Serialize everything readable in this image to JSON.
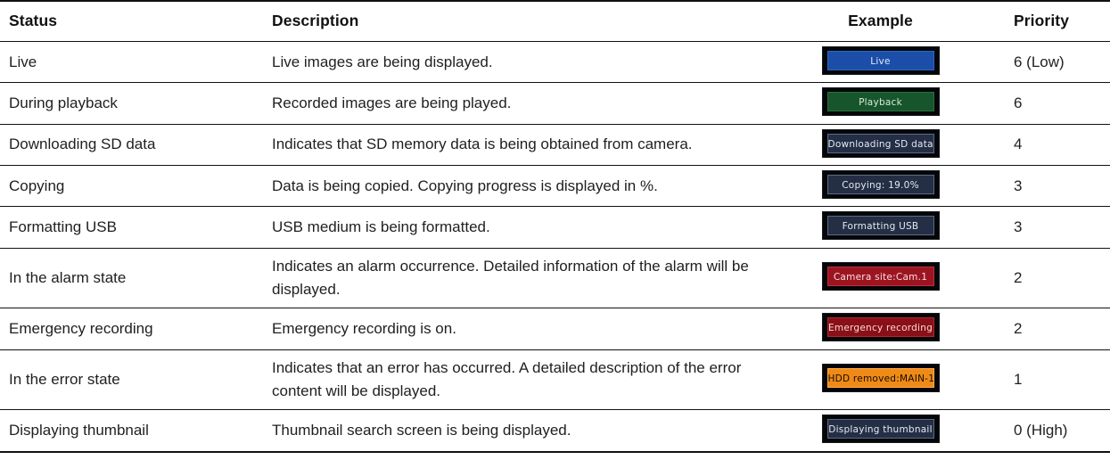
{
  "table": {
    "columns": [
      {
        "key": "status",
        "label": "Status"
      },
      {
        "key": "description",
        "label": "Description"
      },
      {
        "key": "example",
        "label": "Example"
      },
      {
        "key": "priority",
        "label": "Priority"
      }
    ],
    "rows": [
      {
        "status": "Live",
        "description": "Live images are being displayed.",
        "example_label": "Live",
        "example_color": "#1b4ea8",
        "example_text_color": "#dfe9fb",
        "priority": "6 (Low)"
      },
      {
        "status": "During playback",
        "description": "Recorded images are being played.",
        "example_label": "Playback",
        "example_color": "#17552c",
        "example_text_color": "#d8e8dc",
        "priority": "6"
      },
      {
        "status": "Downloading SD data",
        "description": "Indicates that SD memory data is being obtained from camera.",
        "example_label": "Downloading SD data",
        "example_color": "#242f45",
        "example_text_color": "#e4e9f2",
        "priority": "4"
      },
      {
        "status": "Copying",
        "description": "Data is being copied. Copying progress is displayed in %.",
        "example_label": "Copying:  19.0%",
        "example_color": "#242f45",
        "example_text_color": "#e4e9f2",
        "priority": "3"
      },
      {
        "status": "Formatting USB",
        "description": "USB medium is being formatted.",
        "example_label": "Formatting USB",
        "example_color": "#242f45",
        "example_text_color": "#e4e9f2",
        "priority": "3"
      },
      {
        "status": "In the alarm state",
        "description": "Indicates an alarm occurrence. Detailed information of the alarm will be displayed.",
        "example_label": "Camera site:Cam.1",
        "example_color": "#9d1421",
        "example_text_color": "#f6dfe1",
        "priority": "2"
      },
      {
        "status": "Emergency recording",
        "description": "Emergency recording is on.",
        "example_label": "Emergency recording",
        "example_color": "#8a0f16",
        "example_text_color": "#f4dadb",
        "priority": "2"
      },
      {
        "status": "In the error state",
        "description": "Indicates that an error has occurred. A detailed description of the error content will be displayed.",
        "example_label": "HDD removed:MAIN-1",
        "example_color": "#f08a16",
        "example_text_color": "#120d04",
        "priority": "1"
      },
      {
        "status": "Displaying thumbnail",
        "description": "Thumbnail search screen is being displayed.",
        "example_label": "Displaying thumbnail",
        "example_color": "#242f45",
        "example_text_color": "#e4e9f2",
        "priority": "0 (High)"
      }
    ]
  }
}
